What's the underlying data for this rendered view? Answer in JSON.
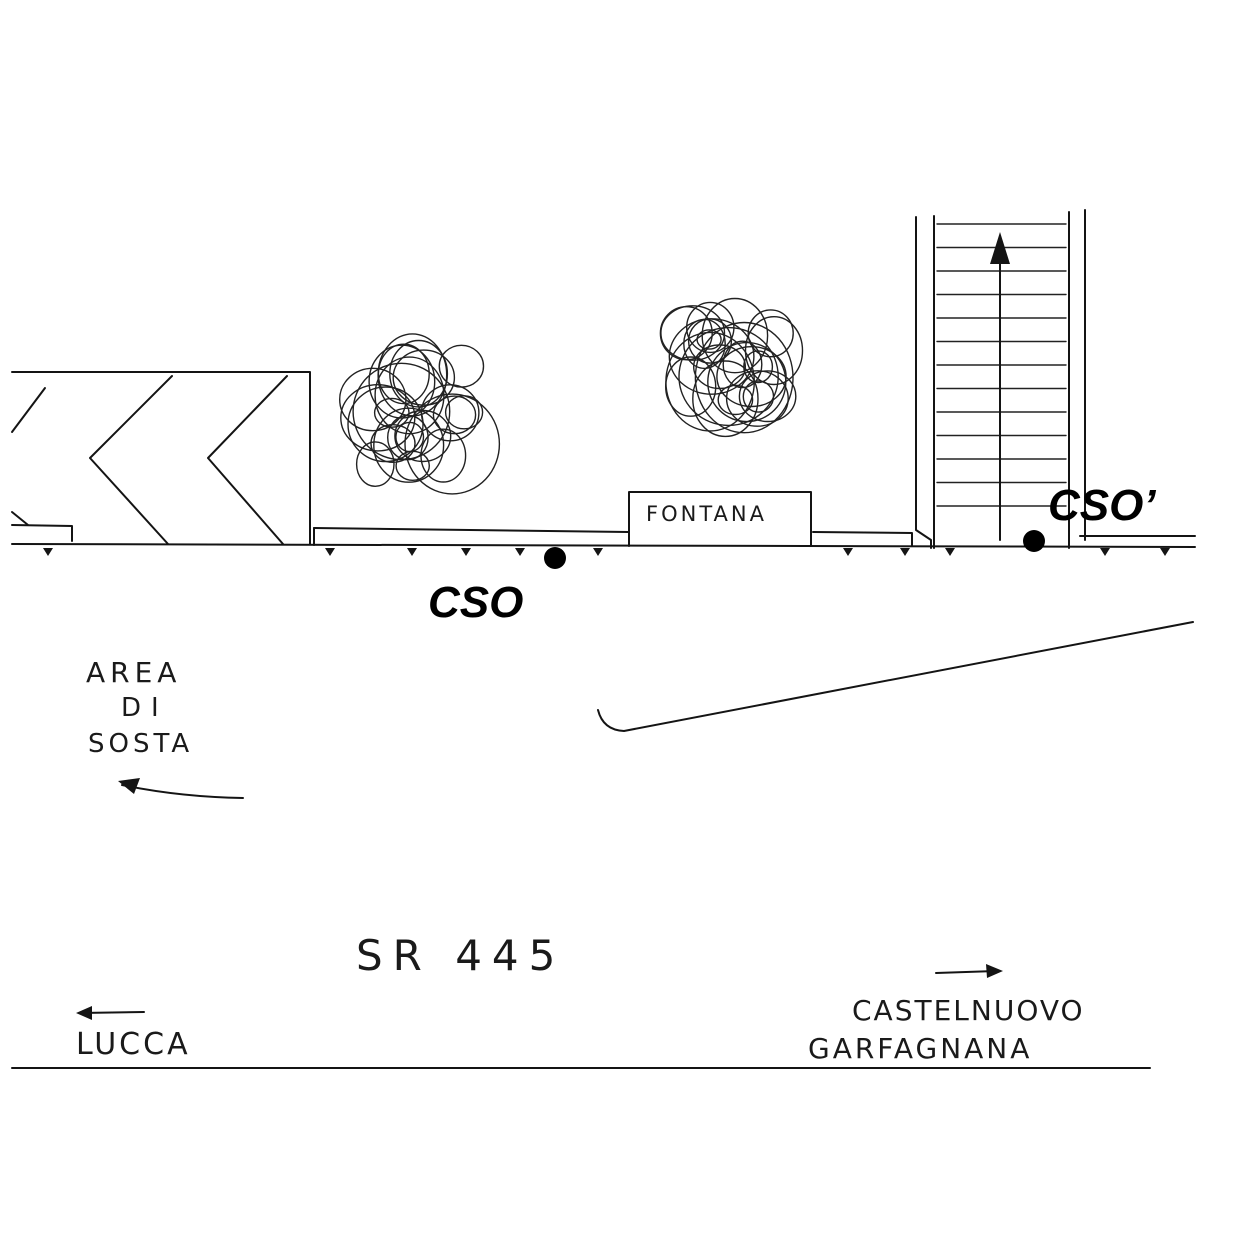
{
  "labels": {
    "fountain": "FONTANA",
    "cso_main": "CSO",
    "cso_prime": "CSO’",
    "rest_area": [
      "AREA",
      "DI",
      "SOSTA"
    ],
    "road": "SR 445",
    "dest_left": "LUCCA",
    "dest_right": [
      "CASTELNUOVO",
      "GARFAGNANA"
    ]
  },
  "colors": {
    "ink": "#141414",
    "marker": "#000000",
    "background": "#ffffff"
  },
  "icons": {
    "tree": "scribble-tree-icon",
    "marker": "filled-dot-icon",
    "arrow": "hand-drawn-arrow-icon"
  }
}
